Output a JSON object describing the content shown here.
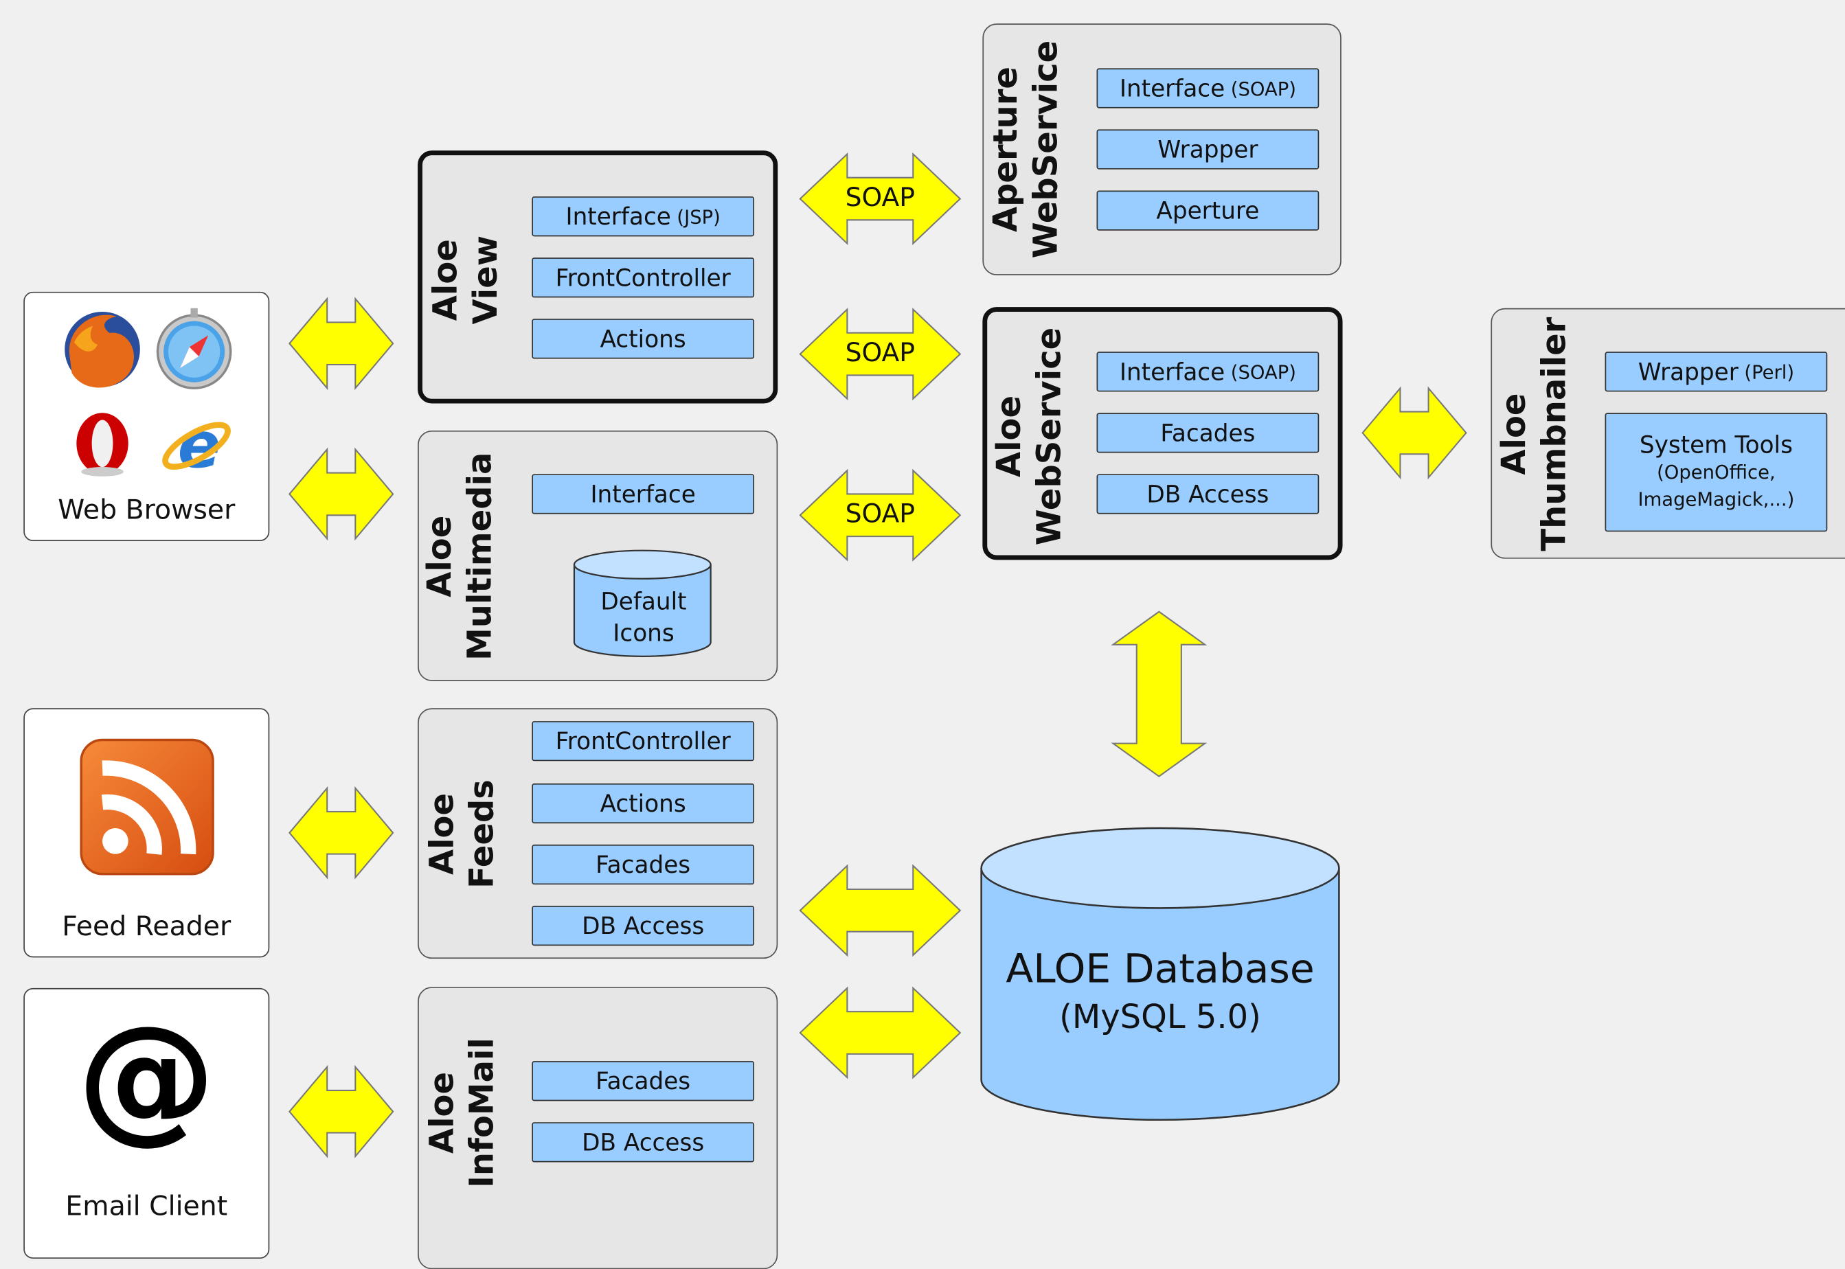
{
  "clients": {
    "browser": "Web Browser",
    "feed": "Feed Reader",
    "email": "Email Client",
    "at_symbol": "@"
  },
  "modules": {
    "view": {
      "line1": "Aloe",
      "line2": "View",
      "comps": [
        {
          "main": "Interface",
          "sub": "(JSP)"
        },
        {
          "main": "FrontController",
          "sub": ""
        },
        {
          "main": "Actions",
          "sub": ""
        }
      ]
    },
    "multimedia": {
      "line1": "Aloe",
      "line2": "Multimedia",
      "comps": [
        {
          "main": "Interface",
          "sub": ""
        }
      ],
      "store": {
        "line1": "Default",
        "line2": "Icons"
      }
    },
    "feeds": {
      "line1": "Aloe",
      "line2": "Feeds",
      "comps": [
        {
          "main": "FrontController",
          "sub": ""
        },
        {
          "main": "Actions",
          "sub": ""
        },
        {
          "main": "Facades",
          "sub": ""
        },
        {
          "main": "DB Access",
          "sub": ""
        }
      ]
    },
    "infomail": {
      "line1": "Aloe",
      "line2": "InfoMail",
      "comps": [
        {
          "main": "Facades",
          "sub": ""
        },
        {
          "main": "DB Access",
          "sub": ""
        }
      ]
    },
    "aperture": {
      "line1": "Aperture",
      "line2": "WebService",
      "comps": [
        {
          "main": "Interface",
          "sub": "(SOAP)"
        },
        {
          "main": "Wrapper",
          "sub": ""
        },
        {
          "main": "Aperture",
          "sub": ""
        }
      ]
    },
    "webservice": {
      "line1": "Aloe",
      "line2": "WebService",
      "comps": [
        {
          "main": "Interface",
          "sub": "(SOAP)"
        },
        {
          "main": "Facades",
          "sub": ""
        },
        {
          "main": "DB Access",
          "sub": ""
        }
      ]
    },
    "thumbnailer": {
      "line1": "Aloe",
      "line2": "Thumbnailer",
      "comps": [
        {
          "main": "Wrapper",
          "sub": "(Perl)"
        }
      ],
      "tools": {
        "line1": "System Tools",
        "line2": "(OpenOffice,",
        "line3": "ImageMagick,...)"
      }
    }
  },
  "connectors": {
    "soap1": "SOAP",
    "soap2": "SOAP",
    "soap3": "SOAP"
  },
  "database": {
    "title": "ALOE Database",
    "subtitle": "(MySQL 5.0)"
  },
  "colors": {
    "background": "#f0f0f0",
    "component": "#99ccff",
    "arrow": "#ffff00",
    "database": "#99ccff",
    "module": "#e6e6e6"
  }
}
